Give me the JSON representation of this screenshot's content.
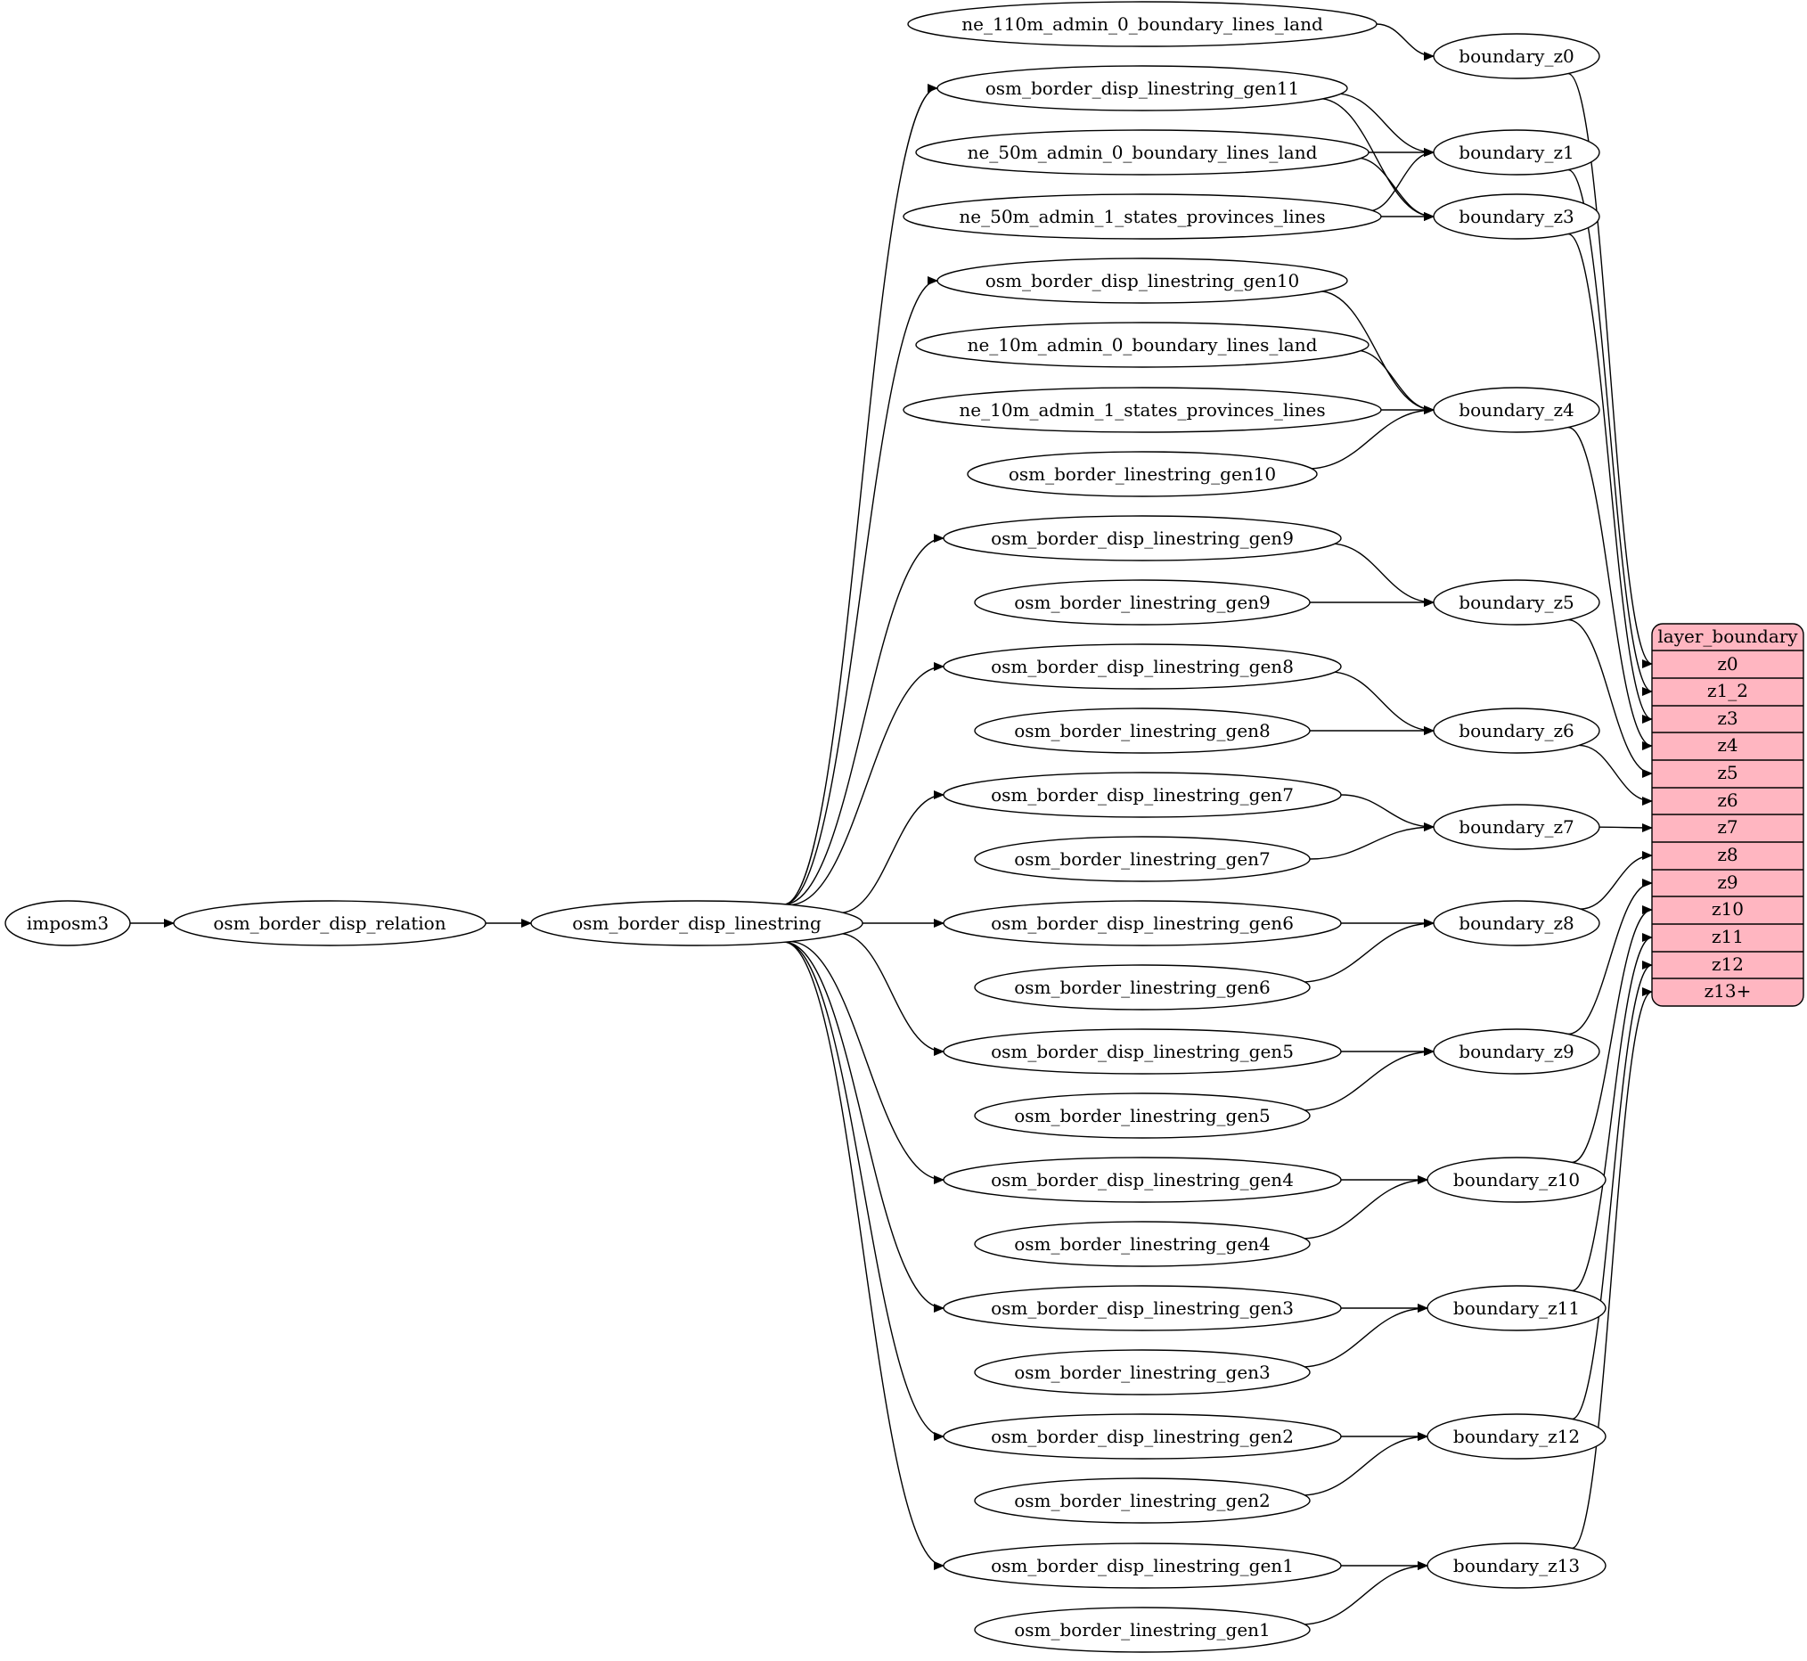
{
  "nodes": {
    "imposm3": "imposm3",
    "osm_border_disp_relation": "osm_border_disp_relation",
    "osm_border_disp_linestring": "osm_border_disp_linestring",
    "ne_110m_admin_0_boundary_lines_land": "ne_110m_admin_0_boundary_lines_land",
    "osm_border_disp_linestring_gen11": "osm_border_disp_linestring_gen11",
    "ne_50m_admin_0_boundary_lines_land": "ne_50m_admin_0_boundary_lines_land",
    "ne_50m_admin_1_states_provinces_lines": "ne_50m_admin_1_states_provinces_lines",
    "osm_border_disp_linestring_gen10": "osm_border_disp_linestring_gen10",
    "ne_10m_admin_0_boundary_lines_land": "ne_10m_admin_0_boundary_lines_land",
    "ne_10m_admin_1_states_provinces_lines": "ne_10m_admin_1_states_provinces_lines",
    "osm_border_linestring_gen10": "osm_border_linestring_gen10",
    "osm_border_disp_linestring_gen9": "osm_border_disp_linestring_gen9",
    "osm_border_linestring_gen9": "osm_border_linestring_gen9",
    "osm_border_disp_linestring_gen8": "osm_border_disp_linestring_gen8",
    "osm_border_linestring_gen8": "osm_border_linestring_gen8",
    "osm_border_disp_linestring_gen7": "osm_border_disp_linestring_gen7",
    "osm_border_linestring_gen7": "osm_border_linestring_gen7",
    "osm_border_disp_linestring_gen6": "osm_border_disp_linestring_gen6",
    "osm_border_linestring_gen6": "osm_border_linestring_gen6",
    "osm_border_disp_linestring_gen5": "osm_border_disp_linestring_gen5",
    "osm_border_linestring_gen5": "osm_border_linestring_gen5",
    "osm_border_disp_linestring_gen4": "osm_border_disp_linestring_gen4",
    "osm_border_linestring_gen4": "osm_border_linestring_gen4",
    "osm_border_disp_linestring_gen3": "osm_border_disp_linestring_gen3",
    "osm_border_linestring_gen3": "osm_border_linestring_gen3",
    "osm_border_disp_linestring_gen2": "osm_border_disp_linestring_gen2",
    "osm_border_linestring_gen2": "osm_border_linestring_gen2",
    "osm_border_disp_linestring_gen1": "osm_border_disp_linestring_gen1",
    "osm_border_linestring_gen1": "osm_border_linestring_gen1",
    "boundary_z0": "boundary_z0",
    "boundary_z1": "boundary_z1",
    "boundary_z3": "boundary_z3",
    "boundary_z4": "boundary_z4",
    "boundary_z5": "boundary_z5",
    "boundary_z6": "boundary_z6",
    "boundary_z7": "boundary_z7",
    "boundary_z8": "boundary_z8",
    "boundary_z9": "boundary_z9",
    "boundary_z10": "boundary_z10",
    "boundary_z11": "boundary_z11",
    "boundary_z12": "boundary_z12",
    "boundary_z13": "boundary_z13"
  },
  "layer": {
    "title": "layer_boundary",
    "fields": {
      "z0": "z0",
      "z1_2": "z1_2",
      "z3": "z3",
      "z4": "z4",
      "z5": "z5",
      "z6": "z6",
      "z7": "z7",
      "z8": "z8",
      "z9": "z9",
      "z10": "z10",
      "z11": "z11",
      "z12": "z12",
      "z13": "z13+"
    },
    "fill_color": "#ffb6c1"
  },
  "edges": [
    [
      "imposm3",
      "osm_border_disp_relation"
    ],
    [
      "osm_border_disp_relation",
      "osm_border_disp_linestring"
    ],
    [
      "osm_border_disp_linestring",
      "osm_border_disp_linestring_gen11"
    ],
    [
      "osm_border_disp_linestring",
      "osm_border_disp_linestring_gen10"
    ],
    [
      "osm_border_disp_linestring",
      "osm_border_disp_linestring_gen9"
    ],
    [
      "osm_border_disp_linestring",
      "osm_border_disp_linestring_gen8"
    ],
    [
      "osm_border_disp_linestring",
      "osm_border_disp_linestring_gen7"
    ],
    [
      "osm_border_disp_linestring",
      "osm_border_disp_linestring_gen6"
    ],
    [
      "osm_border_disp_linestring",
      "osm_border_disp_linestring_gen5"
    ],
    [
      "osm_border_disp_linestring",
      "osm_border_disp_linestring_gen4"
    ],
    [
      "osm_border_disp_linestring",
      "osm_border_disp_linestring_gen3"
    ],
    [
      "osm_border_disp_linestring",
      "osm_border_disp_linestring_gen2"
    ],
    [
      "osm_border_disp_linestring",
      "osm_border_disp_linestring_gen1"
    ],
    [
      "ne_110m_admin_0_boundary_lines_land",
      "boundary_z0"
    ],
    [
      "osm_border_disp_linestring_gen11",
      "boundary_z1"
    ],
    [
      "osm_border_disp_linestring_gen11",
      "boundary_z3"
    ],
    [
      "ne_50m_admin_0_boundary_lines_land",
      "boundary_z1"
    ],
    [
      "ne_50m_admin_0_boundary_lines_land",
      "boundary_z3"
    ],
    [
      "ne_50m_admin_1_states_provinces_lines",
      "boundary_z1"
    ],
    [
      "ne_50m_admin_1_states_provinces_lines",
      "boundary_z3"
    ],
    [
      "osm_border_disp_linestring_gen10",
      "boundary_z4"
    ],
    [
      "ne_10m_admin_0_boundary_lines_land",
      "boundary_z4"
    ],
    [
      "ne_10m_admin_1_states_provinces_lines",
      "boundary_z4"
    ],
    [
      "osm_border_linestring_gen10",
      "boundary_z4"
    ],
    [
      "osm_border_disp_linestring_gen9",
      "boundary_z5"
    ],
    [
      "osm_border_linestring_gen9",
      "boundary_z5"
    ],
    [
      "osm_border_disp_linestring_gen8",
      "boundary_z6"
    ],
    [
      "osm_border_linestring_gen8",
      "boundary_z6"
    ],
    [
      "osm_border_disp_linestring_gen7",
      "boundary_z7"
    ],
    [
      "osm_border_linestring_gen7",
      "boundary_z7"
    ],
    [
      "osm_border_disp_linestring_gen6",
      "boundary_z8"
    ],
    [
      "osm_border_linestring_gen6",
      "boundary_z8"
    ],
    [
      "osm_border_disp_linestring_gen5",
      "boundary_z9"
    ],
    [
      "osm_border_linestring_gen5",
      "boundary_z9"
    ],
    [
      "osm_border_disp_linestring_gen4",
      "boundary_z10"
    ],
    [
      "osm_border_linestring_gen4",
      "boundary_z10"
    ],
    [
      "osm_border_disp_linestring_gen3",
      "boundary_z11"
    ],
    [
      "osm_border_linestring_gen3",
      "boundary_z11"
    ],
    [
      "osm_border_disp_linestring_gen2",
      "boundary_z12"
    ],
    [
      "osm_border_linestring_gen2",
      "boundary_z12"
    ],
    [
      "osm_border_disp_linestring_gen1",
      "boundary_z13"
    ],
    [
      "osm_border_linestring_gen1",
      "boundary_z13"
    ],
    [
      "boundary_z0",
      "layer_boundary:z0"
    ],
    [
      "boundary_z1",
      "layer_boundary:z1_2"
    ],
    [
      "boundary_z3",
      "layer_boundary:z3"
    ],
    [
      "boundary_z4",
      "layer_boundary:z4"
    ],
    [
      "boundary_z5",
      "layer_boundary:z5"
    ],
    [
      "boundary_z6",
      "layer_boundary:z6"
    ],
    [
      "boundary_z7",
      "layer_boundary:z7"
    ],
    [
      "boundary_z8",
      "layer_boundary:z8"
    ],
    [
      "boundary_z9",
      "layer_boundary:z9"
    ],
    [
      "boundary_z10",
      "layer_boundary:z10"
    ],
    [
      "boundary_z11",
      "layer_boundary:z11"
    ],
    [
      "boundary_z12",
      "layer_boundary:z12"
    ],
    [
      "boundary_z13",
      "layer_boundary:z13"
    ]
  ]
}
